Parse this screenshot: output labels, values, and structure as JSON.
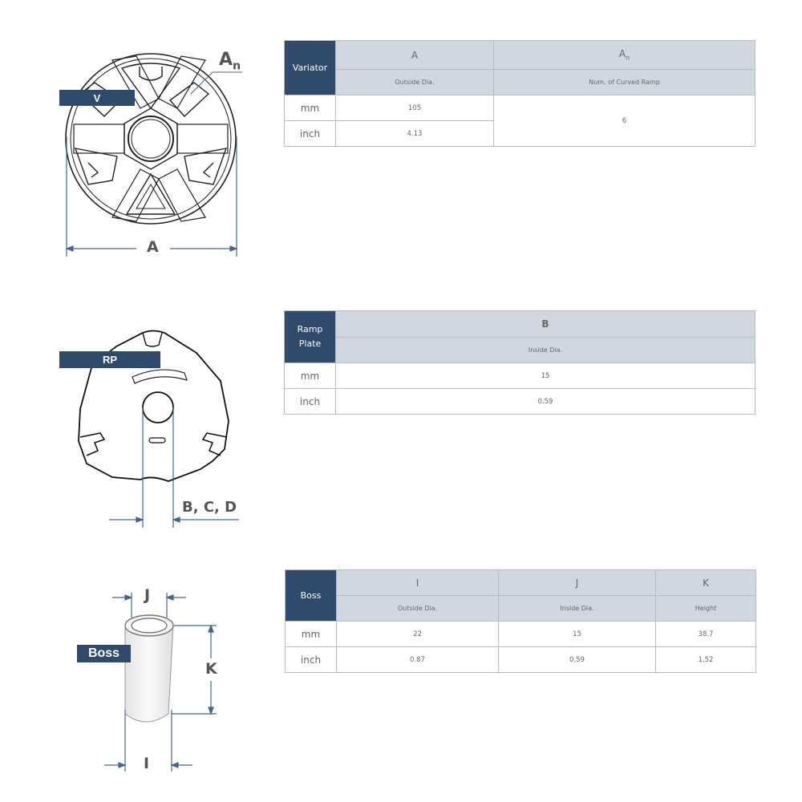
{
  "variator": {
    "tag": "V",
    "diagram_labels": {
      "An": "An",
      "A": "A"
    },
    "table": {
      "corner": "Variator",
      "columns": [
        {
          "letter": "A",
          "letter_sub": "",
          "desc": "Outside Dia."
        },
        {
          "letter": "A",
          "letter_sub": "n",
          "desc": "Num. of Curved Ramp"
        }
      ],
      "rows": [
        {
          "unit": "mm",
          "values": [
            "105"
          ]
        },
        {
          "unit": "inch",
          "values": [
            "4.13"
          ]
        }
      ],
      "merged_value": "6"
    }
  },
  "ramp_plate": {
    "tag": "RP",
    "diagram_labels": {
      "bcd": "B, C, D"
    },
    "table": {
      "corner_line1": "Ramp",
      "corner_line2": "Plate",
      "columns": [
        {
          "letter": "B",
          "desc": "Inside Dia."
        }
      ],
      "rows": [
        {
          "unit": "mm",
          "values": [
            "15"
          ]
        },
        {
          "unit": "inch",
          "values": [
            "0.59"
          ]
        }
      ]
    }
  },
  "boss": {
    "tag": "Boss",
    "diagram_labels": {
      "I": "I",
      "J": "J",
      "K": "K"
    },
    "table": {
      "corner": "Boss",
      "columns": [
        {
          "letter": "I",
          "desc": "Outside Dia."
        },
        {
          "letter": "J",
          "desc": "Inside Dia."
        },
        {
          "letter": "K",
          "desc": "Height"
        }
      ],
      "rows": [
        {
          "unit": "mm",
          "values": [
            "22",
            "15",
            "38.7"
          ]
        },
        {
          "unit": "inch",
          "values": [
            "0.87",
            "0.59",
            "1.52"
          ]
        }
      ]
    }
  },
  "colors": {
    "tag_bg": "#2f4a6b",
    "header_bg": "#d0d7e0",
    "border": "#b9bcc0",
    "dim_line": "#4a6488"
  }
}
